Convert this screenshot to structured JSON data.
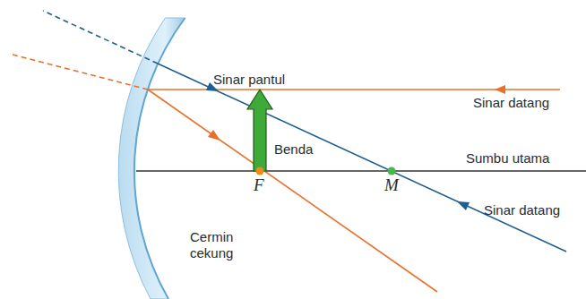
{
  "diagram": {
    "labels": [
      "Sinar pantul",
      "Sinar datang",
      "Benda",
      "Sumbu utama",
      "Sinar datang",
      "F",
      "M",
      "Cermin cekung"
    ]
  }
}
